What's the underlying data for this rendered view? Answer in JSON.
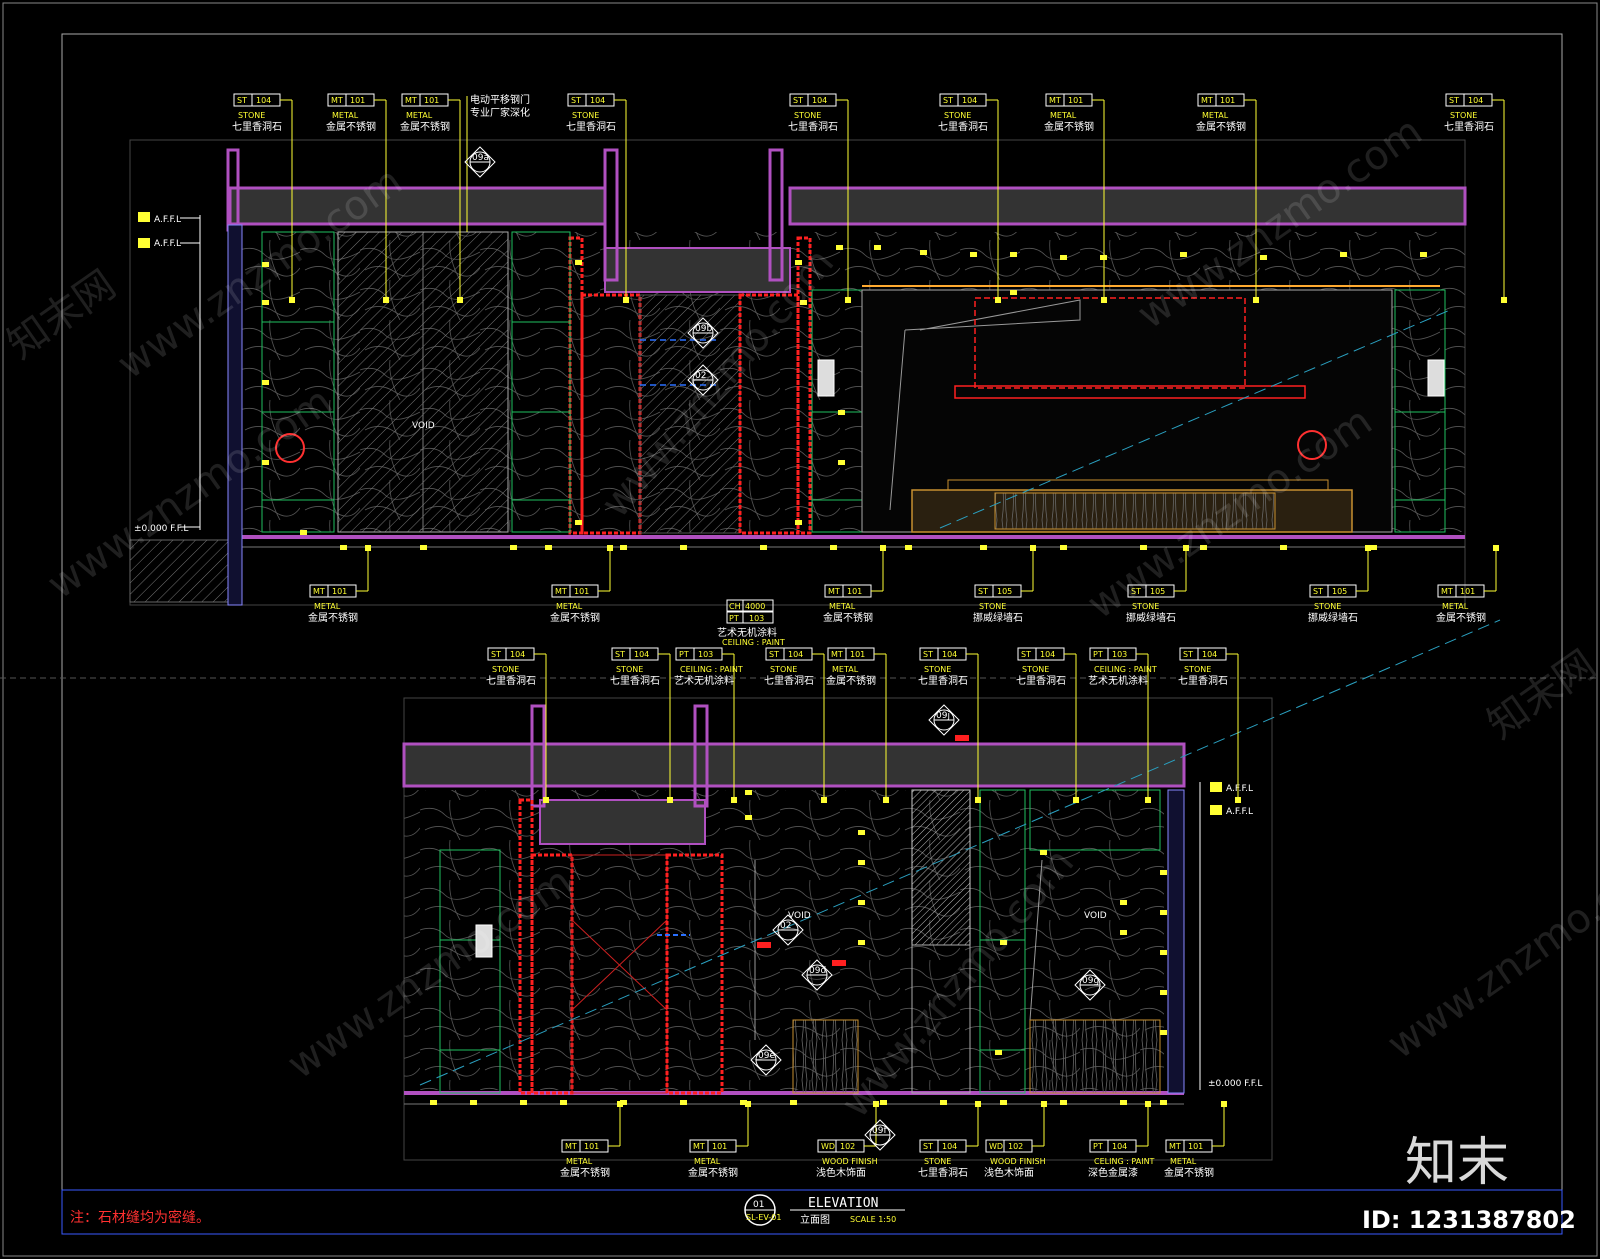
{
  "top_callouts": [
    {
      "code": "ST",
      "num": "104",
      "mat": "STONE",
      "cn": "七里香洞石"
    },
    {
      "code": "MT",
      "num": "101",
      "mat": "METAL",
      "cn": "金属不锈钢"
    },
    {
      "code": "MT",
      "num": "101",
      "mat": "METAL",
      "cn": "金属不锈钢"
    },
    {
      "code": "ST",
      "num": "104",
      "mat": "STONE",
      "cn": "七里香洞石"
    },
    {
      "code": "ST",
      "num": "104",
      "mat": "STONE",
      "cn": "七里香洞石"
    },
    {
      "code": "ST",
      "num": "104",
      "mat": "STONE",
      "cn": "七里香洞石"
    },
    {
      "code": "MT",
      "num": "101",
      "mat": "METAL",
      "cn": "金属不锈钢"
    },
    {
      "code": "MT",
      "num": "101",
      "mat": "METAL",
      "cn": "金属不锈钢"
    },
    {
      "code": "ST",
      "num": "104",
      "mat": "STONE",
      "cn": "七里香洞石"
    }
  ],
  "door_note": [
    "电动平移钢门",
    "专业厂家深化"
  ],
  "top_bottom_callouts": [
    {
      "code": "MT",
      "num": "101",
      "mat": "METAL",
      "cn": "金属不锈钢"
    },
    {
      "code": "MT",
      "num": "101",
      "mat": "METAL",
      "cn": "金属不锈钢"
    },
    {
      "code": "MT",
      "num": "101",
      "mat": "METAL",
      "cn": "金属不锈钢"
    },
    {
      "code": "ST",
      "num": "105",
      "mat": "STONE",
      "cn": "挪威绿墙石"
    },
    {
      "code": "ST",
      "num": "105",
      "mat": "STONE",
      "cn": "挪威绿墙石"
    },
    {
      "code": "ST",
      "num": "105",
      "mat": "STONE",
      "cn": "挪威绿墙石"
    },
    {
      "code": "MT",
      "num": "101",
      "mat": "METAL",
      "cn": "金属不锈钢"
    }
  ],
  "ceiling_tag": {
    "ch": "CH",
    "ch_val": "4000",
    "pt": "PT",
    "pt_val": "103",
    "cn": "艺术无机涂料",
    "mat": "CEILING : PAINT"
  },
  "bottom_callouts": [
    {
      "code": "ST",
      "num": "104",
      "mat": "STONE",
      "cn": "七里香洞石"
    },
    {
      "code": "ST",
      "num": "104",
      "mat": "STONE",
      "cn": "七里香洞石"
    },
    {
      "code": "PT",
      "num": "103",
      "mat": "CEILING : PAINT",
      "cn": "艺术无机涂料"
    },
    {
      "code": "ST",
      "num": "104",
      "mat": "STONE",
      "cn": "七里香洞石"
    },
    {
      "code": "MT",
      "num": "101",
      "mat": "METAL",
      "cn": "金属不锈钢"
    },
    {
      "code": "ST",
      "num": "104",
      "mat": "STONE",
      "cn": "七里香洞石"
    },
    {
      "code": "ST",
      "num": "104",
      "mat": "STONE",
      "cn": "七里香洞石"
    },
    {
      "code": "PT",
      "num": "103",
      "mat": "CEILING : PAINT",
      "cn": "艺术无机涂料"
    },
    {
      "code": "ST",
      "num": "104",
      "mat": "STONE",
      "cn": "七里香洞石"
    }
  ],
  "bottom_bottom_callouts": [
    {
      "code": "MT",
      "num": "101",
      "mat": "METAL",
      "cn": "金属不锈钢"
    },
    {
      "code": "MT",
      "num": "101",
      "mat": "METAL",
      "cn": "金属不锈钢"
    },
    {
      "code": "WD",
      "num": "102",
      "mat": "WOOD FINISH",
      "cn": "浅色木饰面"
    },
    {
      "code": "ST",
      "num": "104",
      "mat": "STONE",
      "cn": "七里香洞石"
    },
    {
      "code": "WD",
      "num": "102",
      "mat": "WOOD FINISH",
      "cn": "浅色木饰面"
    },
    {
      "code": "PT",
      "num": "104",
      "mat": "CELING : PAINT",
      "cn": "深色金属漆"
    },
    {
      "code": "MT",
      "num": "101",
      "mat": "METAL",
      "cn": "金属不锈钢"
    }
  ],
  "levels": {
    "afl": "A.F.F.L",
    "ffl": "±0.000 F.F.L"
  },
  "section_tags": [
    "09a",
    "09b",
    "02",
    "09j",
    "02",
    "09d",
    "09g",
    "09e",
    "09f"
  ],
  "void": "VOID",
  "title_block": {
    "num": "01",
    "ref": "SL-EV-01",
    "title": "ELEVATION",
    "subtitle": "立面图",
    "scale": "SCALE 1:50"
  },
  "note": "注：石材缝均为密缝。",
  "watermark": {
    "text": "www.znzmo.com",
    "brand": "知末网"
  },
  "logo": "知末",
  "image_id": "ID: 1231387802"
}
